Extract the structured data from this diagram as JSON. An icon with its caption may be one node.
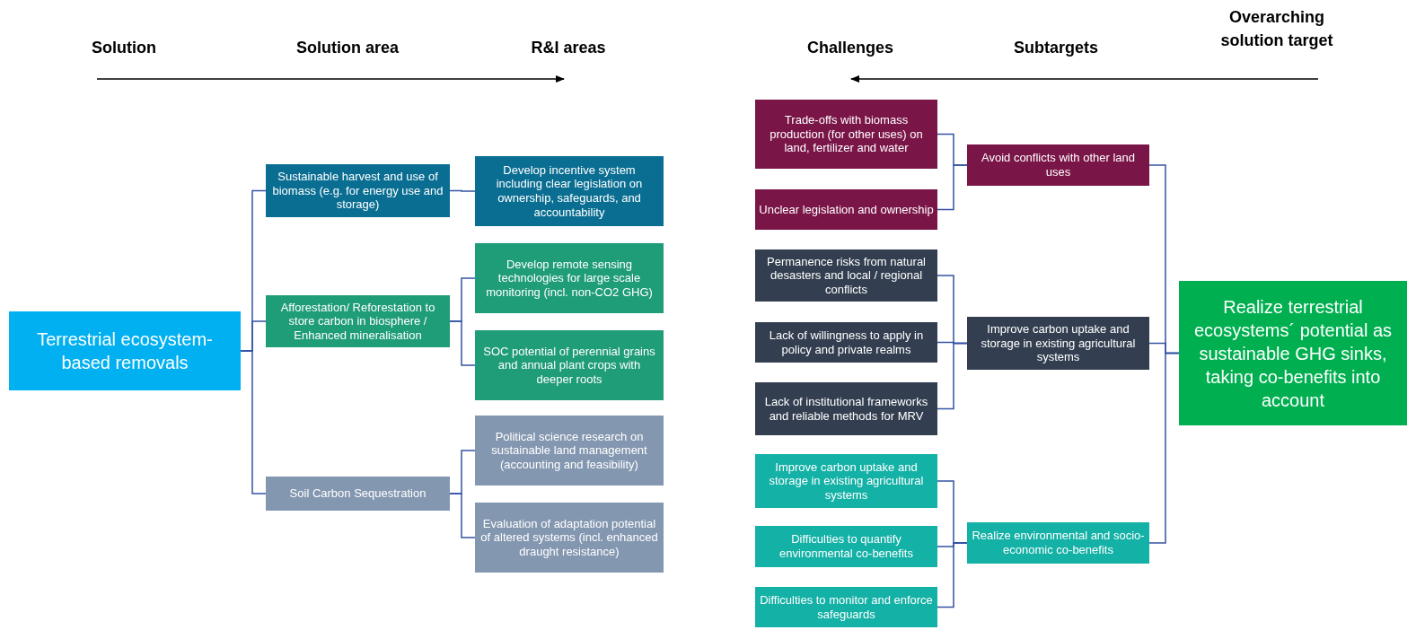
{
  "diagram": {
    "nodes": [
      {
        "text": [
          "Terrestrial ecosystem-based removals"
        ]
      },
      {
        "text": [
          "Sustainable harvest and use of biomass (e.g. for energy use and storage)"
        ]
      },
      {
        "text": [
          "Afforestation/ Reforestation to store carbon in biosphere / Enhanced mineralisation"
        ]
      },
      {
        "text": [
          "Soil Carbon Sequestration"
        ]
      },
      {
        "text": [
          "Develop incentive system including clear legislation on ownership, safeguards, and accountability"
        ]
      },
      {
        "text": [
          "Develop remote sensing technologies for large scale monitoring (incl. non-CO2 GHG)"
        ]
      },
      {
        "text": [
          "SOC potential of perennial grains and annual plant crops with deeper roots"
        ]
      },
      {
        "text": [
          "Political science research on sustainable land management (accounting and feasibility)"
        ]
      },
      {
        "text": [
          "Evaluation of adaptation potential of altered systems (incl. enhanced draught resistance)"
        ]
      },
      {
        "text": [
          "Trade-offs with biomass production (for other uses) on land, fertilizer and water"
        ]
      },
      {
        "text": [
          "Unclear legislation and ownership"
        ]
      },
      {
        "text": [
          "Avoid conflicts with other land uses"
        ]
      },
      {
        "text": [
          "Permanence risks from natural desasters and local / regional conflicts"
        ]
      },
      {
        "text": [
          "Lack of willingness to apply in policy and private realms"
        ]
      },
      {
        "text": [
          "Lack of institutional frameworks and reliable methods for MRV"
        ]
      },
      {
        "text": [
          "Improve carbon uptake and storage in existing agricultural systems"
        ]
      },
      {
        "text": [
          "Improve carbon uptake and storage in existing agricultural systems"
        ]
      },
      {
        "text": [
          "Difficulties to quantify environmental co-benefits"
        ]
      },
      {
        "text": [
          "Difficulties to monitor and enforce  safeguards"
        ]
      },
      {
        "text": [
          "Realize environmental and socio-economic co-benefits"
        ]
      },
      {
        "text": [
          "Realize terrestrial ecosystems´ potential as sustainable GHG sinks, taking co-benefits into account"
        ]
      }
    ],
    "edges": [
      {
        "from": 0,
        "to": 1,
        "arrow": "none"
      },
      {
        "from": 0,
        "to": 2,
        "arrow": "none"
      },
      {
        "from": 0,
        "to": 3,
        "arrow": "none"
      },
      {
        "from": 1,
        "to": 4,
        "arrow": "none"
      },
      {
        "from": 2,
        "to": 5,
        "arrow": "none"
      },
      {
        "from": 2,
        "to": 6,
        "arrow": "none"
      },
      {
        "from": 3,
        "to": 7,
        "arrow": "none"
      },
      {
        "from": 3,
        "to": 8,
        "arrow": "none"
      },
      {
        "from": 20,
        "to": 11,
        "arrow": "none"
      },
      {
        "from": 20,
        "to": 15,
        "arrow": "none"
      },
      {
        "from": 20,
        "to": 19,
        "arrow": "none"
      },
      {
        "from": 11,
        "to": 9,
        "arrow": "none"
      },
      {
        "from": 11,
        "to": 10,
        "arrow": "none"
      },
      {
        "from": 15,
        "to": 12,
        "arrow": "none"
      },
      {
        "from": 15,
        "to": 13,
        "arrow": "none"
      },
      {
        "from": 15,
        "to": 14,
        "arrow": "none"
      },
      {
        "from": 19,
        "to": 16,
        "arrow": "none"
      },
      {
        "from": 19,
        "to": 17,
        "arrow": "none"
      },
      {
        "from": 19,
        "to": 18,
        "arrow": "none"
      }
    ],
    "labels": [
      "Solution",
      "Solution area",
      "R&I areas",
      "Challenges",
      "Subtargets",
      "Overarching solution target"
    ]
  }
}
